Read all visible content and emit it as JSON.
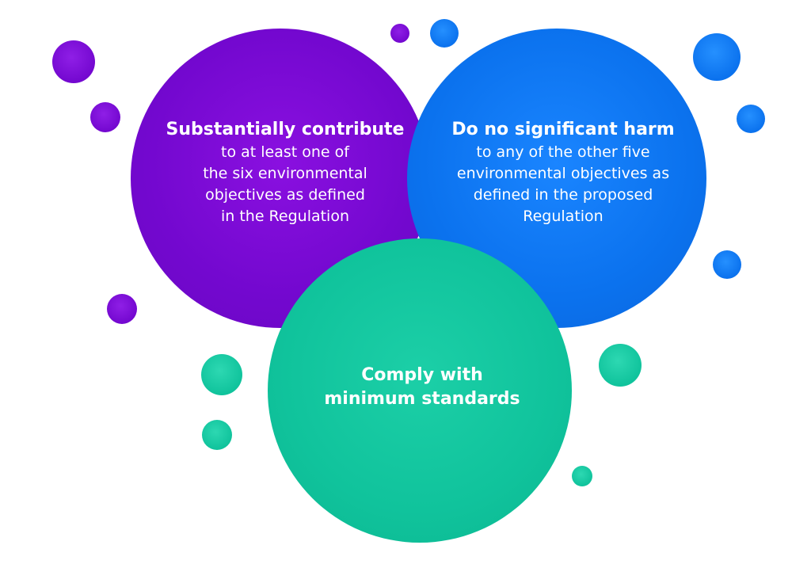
{
  "circles": {
    "left": {
      "heading": "Substantially contribute",
      "lines": [
        "to at least one of",
        "the six environmental",
        "objectives as defined",
        "in the Regulation"
      ],
      "color": "#7308CF"
    },
    "right": {
      "heading": "Do no significant harm",
      "lines": [
        "to any of the other five",
        "environmental objectives as",
        "defined in the proposed",
        "Regulation"
      ],
      "color": "#0B72EE"
    },
    "bottom": {
      "heading_lines": [
        "Comply with",
        "minimum standards"
      ],
      "color": "#10C39C"
    }
  }
}
